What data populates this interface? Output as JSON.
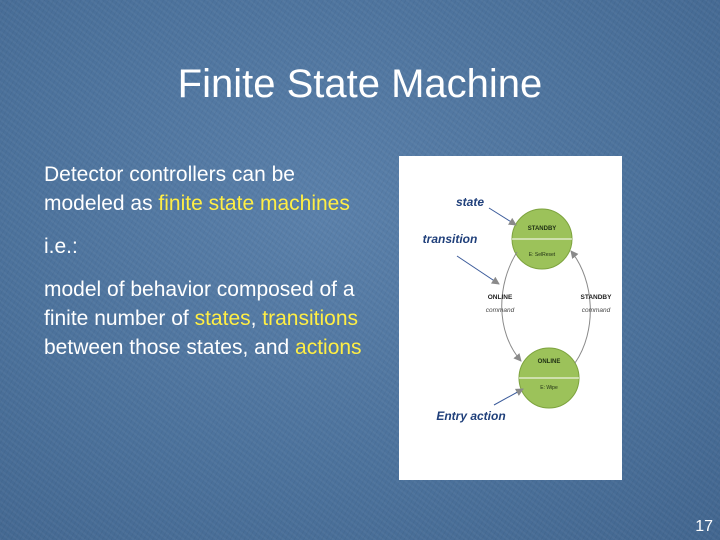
{
  "slide": {
    "title": "Finite State Machine",
    "number": "17"
  },
  "body": {
    "paragraph1": {
      "before": "Detector controllers can be modeled as ",
      "highlight": "finite state machines"
    },
    "paragraph2": "i.e.:",
    "paragraph3": {
      "part1": "model of behavior composed of a finite number of ",
      "states": "states",
      "comma": ", ",
      "transitions": "transitions",
      "part2": " between those states, and ",
      "actions": "actions"
    }
  },
  "diagram": {
    "callout_state": "state",
    "callout_transition": "transition",
    "callout_entry_action": "Entry action",
    "top_state_name": "STANDBY",
    "top_state_action": "E: SelReset",
    "bottom_state_name": "ONLINE",
    "bottom_state_action": "E: Wipe",
    "left_transition_label": "ONLINE",
    "left_transition_sub": "command",
    "right_transition_label": "STANDBY",
    "right_transition_sub": "command"
  },
  "colors": {
    "background": "#4c729c",
    "title_text": "#ffffff",
    "highlight": "#ffee44",
    "state_fill": "#9cc25a",
    "callout_text": "#1f3f7a"
  }
}
